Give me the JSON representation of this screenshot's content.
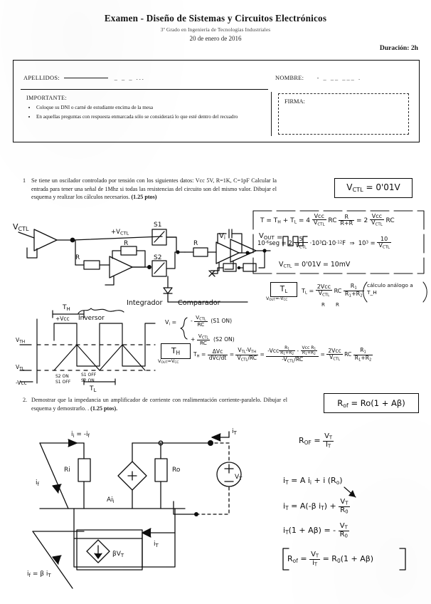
{
  "header": {
    "title": "Examen  - Diseño de Sistemas y Circuitos Electrónicos",
    "subtitle": "3º Grado en Ingeniería de Tecnologías Industriales",
    "date": "20 de enero de 2016",
    "duration": "Duración: 2h"
  },
  "identity": {
    "apellidos_label": "APELLIDOS:",
    "nombre_label": "NOMBRE:",
    "firma_label": "FIRMA:",
    "importante_label": "IMPORTANTE:",
    "bullets": [
      "Coloque su DNI o carné de estudiante encima de la mesa",
      "En aquellas preguntas con respuesta enmarcada sólo se considerará lo que esté dentro del recuadro"
    ]
  },
  "questions": [
    {
      "number": "1",
      "text": "Se tiene un oscilador controlado por tensión con los siguientes datos: Vcc  5V, R=1K, C=1pF  Calcular la entrada para tener una señal de 1Mhz si todas las resistencias del circuito son del mismo valor. Dibujar el esquema y realizar los cálculos necesarios.",
      "points": "(1.25 ptos)",
      "boxed_answer": "V_CTL = 0'01V"
    },
    {
      "number": "2",
      "text": "Demostrar que la impedancia un amplificador de corriente con realimentación corriente-paralelo. Dibujar el esquema y demostrarlo. .",
      "points": "(1.25 ptos).",
      "boxed_answer": "R_of = Ro(1 + Aβ)"
    }
  ],
  "handwriting": {
    "q1": {
      "vctl_in": "V_CTL",
      "vcc_node": "+V_CTL",
      "switch1": "S1",
      "switch2": "S2",
      "res_label": "R",
      "vi_label": "V_i",
      "vout_label": "V_OUT =",
      "block_integrador": "Integrador",
      "block_comparador": "Comparador",
      "block_inversor": "Inversor",
      "wave_th": "T_H",
      "wave_tl": "T_L",
      "wave_vcc_pos": "+Vcc",
      "wave_vcc_neg": "-Vcc",
      "wave_vth": "V_TH",
      "wave_vtl": "V_TL",
      "sw_state_1": "S2 ON",
      "sw_state_2": "S1 OFF",
      "sw_state_3": "S1 OFF",
      "sw_state_4": "S2 ON",
      "eq_period": "T = T_H + T_L = 4 (Vcc/V_CTL) RC · R/(R+R) = 2 (Vcc/V_CTL) RC",
      "eq_sub": "10⁻⁶ seg = 2 (5/V_CTL) · 10³Ω · 10⁻¹²F  ⇒  10³ = 10/V_CTL",
      "eq_result": "V_CTL = 0'01V = 10mV",
      "vi_case_1": "- V_CTL/RC  (S1 ON)",
      "vi_case_2": "+ V_CTL/RC  (S2 ON)",
      "th_box": "T_H",
      "th_cond": "V_OUT = V_CC",
      "th_eq": "T_H = ΔVc / (dVc/dt) = (V_TL - V_TH)/(V_CTL/RC) = (-Vcc·R1/(R1+R2) - Vcc·R1/(R1+R2))/(V_CTL/RC) = 2(Vcc/V_CTL) RC · R1/(R1+R2)",
      "tl_box": "T_L",
      "tl_cond": "V_OUT = -V_CC",
      "tl_eq": "T_L = 2(Vcc/V_CTL) RC · R1/(R1+R2)",
      "tl_note": "cálculo análogo a T_H",
      "r_note_1": "R",
      "r_note_2": "R"
    },
    "q2": {
      "node_ii": "i_i = -i_f",
      "node_if": "i_f",
      "node_it_top": "i_T",
      "res_ri": "Ri",
      "src_aii": "Ai_i",
      "res_ro": "Ro",
      "src_vt": "V_T",
      "fb_label": "i_f = β i_T",
      "fb_src": "βV_T",
      "fb_it": "i_T",
      "eq_rof": "R_OF = V_T / I_T",
      "eq_1": "i_T = A i_i + i (Ro)",
      "eq_2": "i_T = A(-β i_T) + V_T/Ro",
      "eq_3": "i_T (1 + Aβ) = V_T/Ro",
      "eq_4": "R_OF = V_T/i_T = Ro (1 + Aβ)"
    }
  }
}
